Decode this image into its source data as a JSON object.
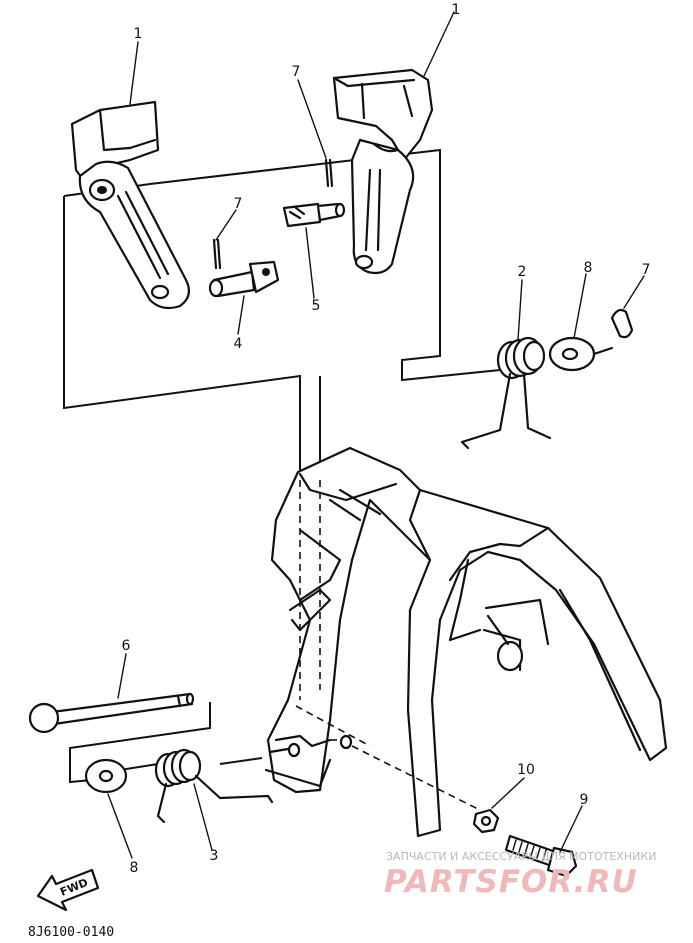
{
  "labels": {
    "p1_left": "1",
    "p1_right": "1",
    "p7_top": "7",
    "p7_mid": "7",
    "p7_right": "7",
    "p4": "4",
    "p5": "5",
    "p2": "2",
    "p8_top": "8",
    "p6": "6",
    "p8_bottom": "8",
    "p3": "3",
    "p10": "10",
    "p9": "9"
  },
  "fwd_label": "FWD",
  "diagram_code": "8J6100-0140",
  "watermark": {
    "caption": "ЗАПЧАСТИ И АКСЕССУАРЫ ДЛЯ МОТОТЕХНИКИ",
    "logo": "PARTSFOR.RU"
  }
}
